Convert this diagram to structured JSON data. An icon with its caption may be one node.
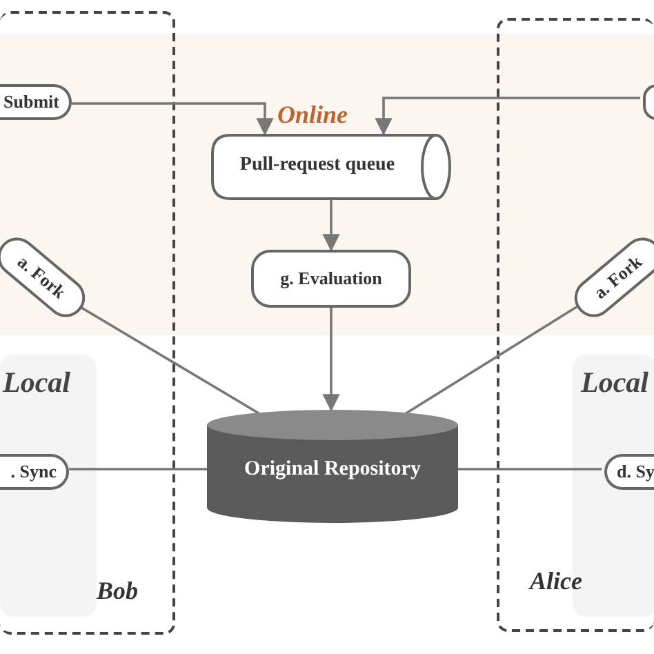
{
  "diagram": {
    "nodes": [
      {
        "text": [
          "Online"
        ]
      },
      {
        "text": [
          "Bob"
        ]
      },
      {
        "text": [
          "Local"
        ],
        "in": 1
      },
      {
        "text": [
          "Submit"
        ]
      },
      {
        "text": [
          "a. Fork"
        ],
        "in": 1
      },
      {
        "text": [
          ". Sync"
        ],
        "in": 2
      },
      {
        "text": [
          "Pull-request queue"
        ],
        "in": 0
      },
      {
        "text": [
          "g.  Evaluation"
        ],
        "in": 0
      },
      {
        "text": [
          "Original Repository"
        ]
      },
      {
        "text": [
          "Alice"
        ]
      },
      {
        "text": [
          "Local"
        ],
        "in": 9
      },
      {
        "text": [],
        "shape": "box",
        "in": 9
      },
      {
        "text": [
          "a. Fork"
        ],
        "in": 9
      },
      {
        "text": [
          "d. Sy"
        ],
        "in": 10
      }
    ],
    "edges": [
      {
        "from": 3,
        "to": 6,
        "arrow": "to"
      },
      {
        "from": 11,
        "to": 6,
        "arrow": "to"
      },
      {
        "from": 6,
        "to": 7,
        "arrow": "to"
      },
      {
        "from": 7,
        "to": 8,
        "arrow": "to"
      },
      {
        "from": 4,
        "to": 8,
        "arrow": "none"
      },
      {
        "from": 12,
        "to": 8,
        "arrow": "none"
      },
      {
        "from": 5,
        "to": 8,
        "arrow": "none"
      },
      {
        "from": 13,
        "to": 8,
        "arrow": "none"
      }
    ]
  }
}
